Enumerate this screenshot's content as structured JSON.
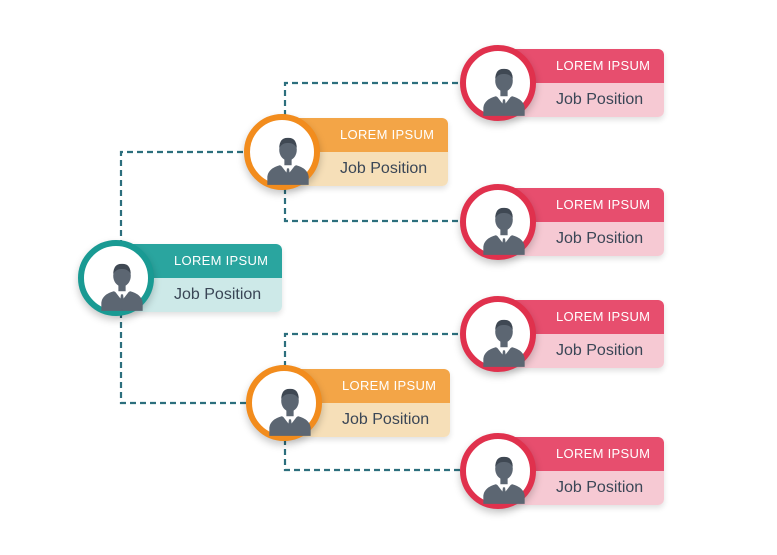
{
  "colors": {
    "connector": "#2c6f7d",
    "teal": {
      "ring": "#199a93",
      "title": "#2aa59f",
      "sub": "#cde9e8"
    },
    "orange": {
      "ring": "#f28c1d",
      "title": "#f3a547",
      "sub": "#f6dfb8"
    },
    "red": {
      "ring": "#e0314d",
      "title": "#e74e6e",
      "sub": "#f6c9d3"
    },
    "person": "#5c6672"
  },
  "nodes": [
    {
      "id": "root",
      "level": "teal",
      "title": "LOREM IPSUM",
      "subtitle": "Job Position",
      "icon": "person-icon"
    },
    {
      "id": "mid-1",
      "level": "orange",
      "title": "LOREM IPSUM",
      "subtitle": "Job Position",
      "icon": "person-icon"
    },
    {
      "id": "mid-2",
      "level": "orange",
      "title": "LOREM IPSUM",
      "subtitle": "Job Position",
      "icon": "person-icon"
    },
    {
      "id": "leaf-1",
      "level": "red",
      "title": "LOREM IPSUM",
      "subtitle": "Job Position",
      "icon": "person-icon"
    },
    {
      "id": "leaf-2",
      "level": "red",
      "title": "LOREM IPSUM",
      "subtitle": "Job Position",
      "icon": "person-icon"
    },
    {
      "id": "leaf-3",
      "level": "red",
      "title": "LOREM IPSUM",
      "subtitle": "Job Position",
      "icon": "person-icon"
    },
    {
      "id": "leaf-4",
      "level": "red",
      "title": "LOREM IPSUM",
      "subtitle": "Job Position",
      "icon": "person-icon"
    }
  ],
  "edges": [
    {
      "from": "root",
      "to": "mid-1"
    },
    {
      "from": "root",
      "to": "mid-2"
    },
    {
      "from": "mid-1",
      "to": "leaf-1"
    },
    {
      "from": "mid-1",
      "to": "leaf-2"
    },
    {
      "from": "mid-2",
      "to": "leaf-3"
    },
    {
      "from": "mid-2",
      "to": "leaf-4"
    }
  ]
}
